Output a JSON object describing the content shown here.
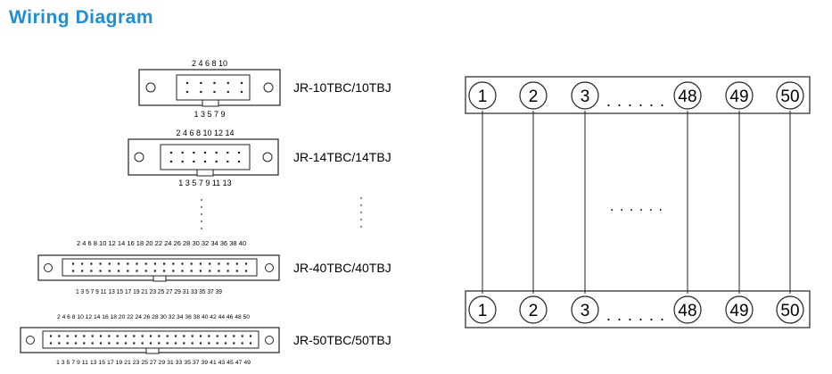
{
  "header": {
    "title": "Wiring Diagram"
  },
  "colors": {
    "title": "#1e8fd0",
    "line": "#222222"
  },
  "connectors": [
    {
      "model": "JR-10TBC/10TBJ",
      "even_pins": "2 4 6 8 10",
      "odd_pins": "1 3 5 7 9",
      "pins_per_row": 5
    },
    {
      "model": "JR-14TBC/14TBJ",
      "even_pins": "2 4 6 8 10 12 14",
      "odd_pins": "1 3 5 7 9 11 13",
      "pins_per_row": 7
    },
    {
      "model": "JR-40TBC/40TBJ",
      "even_pins": "2 4 6 8 10 12 14 16 18 20 22 24 26 28 30 32 34 36 38 40",
      "odd_pins": "1 3 5 7 9 11 13 15 17 19 21 23 25 27 29 31 33 35 37 39",
      "pins_per_row": 20
    },
    {
      "model": "JR-50TBC/50TBJ",
      "even_pins": "2 4 6 8 10 12 14 16 18 20 22 24 26 28 30 32 34 36 38 40 42 44 46 48 50",
      "odd_pins": "1 3 5 7 9 11 13 15 17 19 21 23 25 27 29 31 33 35 37 39 41 43 45 47 49",
      "pins_per_row": 25
    }
  ],
  "terminals": {
    "top": [
      "1",
      "2",
      "3",
      "48",
      "49",
      "50"
    ],
    "bottom": [
      "1",
      "2",
      "3",
      "48",
      "49",
      "50"
    ],
    "row_ellipsis": ". . . . . .",
    "middle_ellipsis": ". . . . . ."
  }
}
